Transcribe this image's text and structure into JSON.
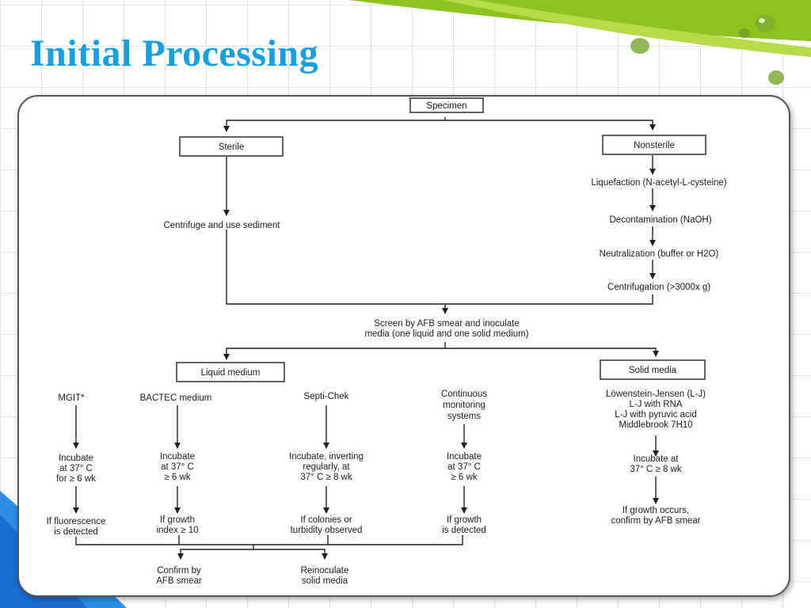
{
  "slide": {
    "title": "Initial Processing"
  },
  "flowchart": {
    "specimen": "Specimen",
    "sterile": "Sterile",
    "nonsterile": "Nonsterile",
    "centrifuge_sediment": "Centrifuge and use sediment",
    "liquefaction": "Liquefaction (N-acetyl-L-cysteine)",
    "decontamination": "Decontamination (NaOH)",
    "neutralization": "Neutralization (buffer or H2O)",
    "centrifugation": "Centrifugation (>3000x g)",
    "screen_line1": "Screen by AFB smear and inoculate",
    "screen_line2": "media (one liquid and one solid medium)",
    "liquid_medium": "Liquid medium",
    "solid_media": "Solid media",
    "mgit": "MGIT*",
    "mgit_incubate": [
      "Incubate",
      "at 37° C",
      "for ≥ 6 wk"
    ],
    "mgit_result": [
      "If fluorescence",
      "is detected"
    ],
    "bactec": "BACTEC medium",
    "bactec_incubate": [
      "Incubate",
      "at 37° C",
      "≥ 6 wk"
    ],
    "bactec_result": [
      "If growth",
      "index ≥ 10"
    ],
    "septi": "Septi-Chek",
    "septi_incubate": [
      "Incubate, inverting",
      "regularly, at",
      "37° C ≥ 8 wk"
    ],
    "septi_result": [
      "If colonies or",
      "turbidity observed"
    ],
    "continuous": [
      "Continuous",
      "monitoring",
      "systems"
    ],
    "continuous_incubate": [
      "Incubate",
      "at 37° C",
      "≥ 6 wk"
    ],
    "continuous_result": [
      "If growth",
      "is detected"
    ],
    "solid_list": [
      "Löwenstein-Jensen (L-J)",
      "L-J with RNA",
      "L-J with pyruvic acid",
      "Middlebrook 7H10"
    ],
    "solid_incubate": [
      "Incubate at",
      "37° C ≥ 8 wk"
    ],
    "solid_result": [
      "If growth occurs,",
      "confirm by AFB smear"
    ],
    "confirm": [
      "Confirm by",
      "AFB smear"
    ],
    "reinoculate": [
      "Reinoculate",
      "solid media"
    ]
  }
}
